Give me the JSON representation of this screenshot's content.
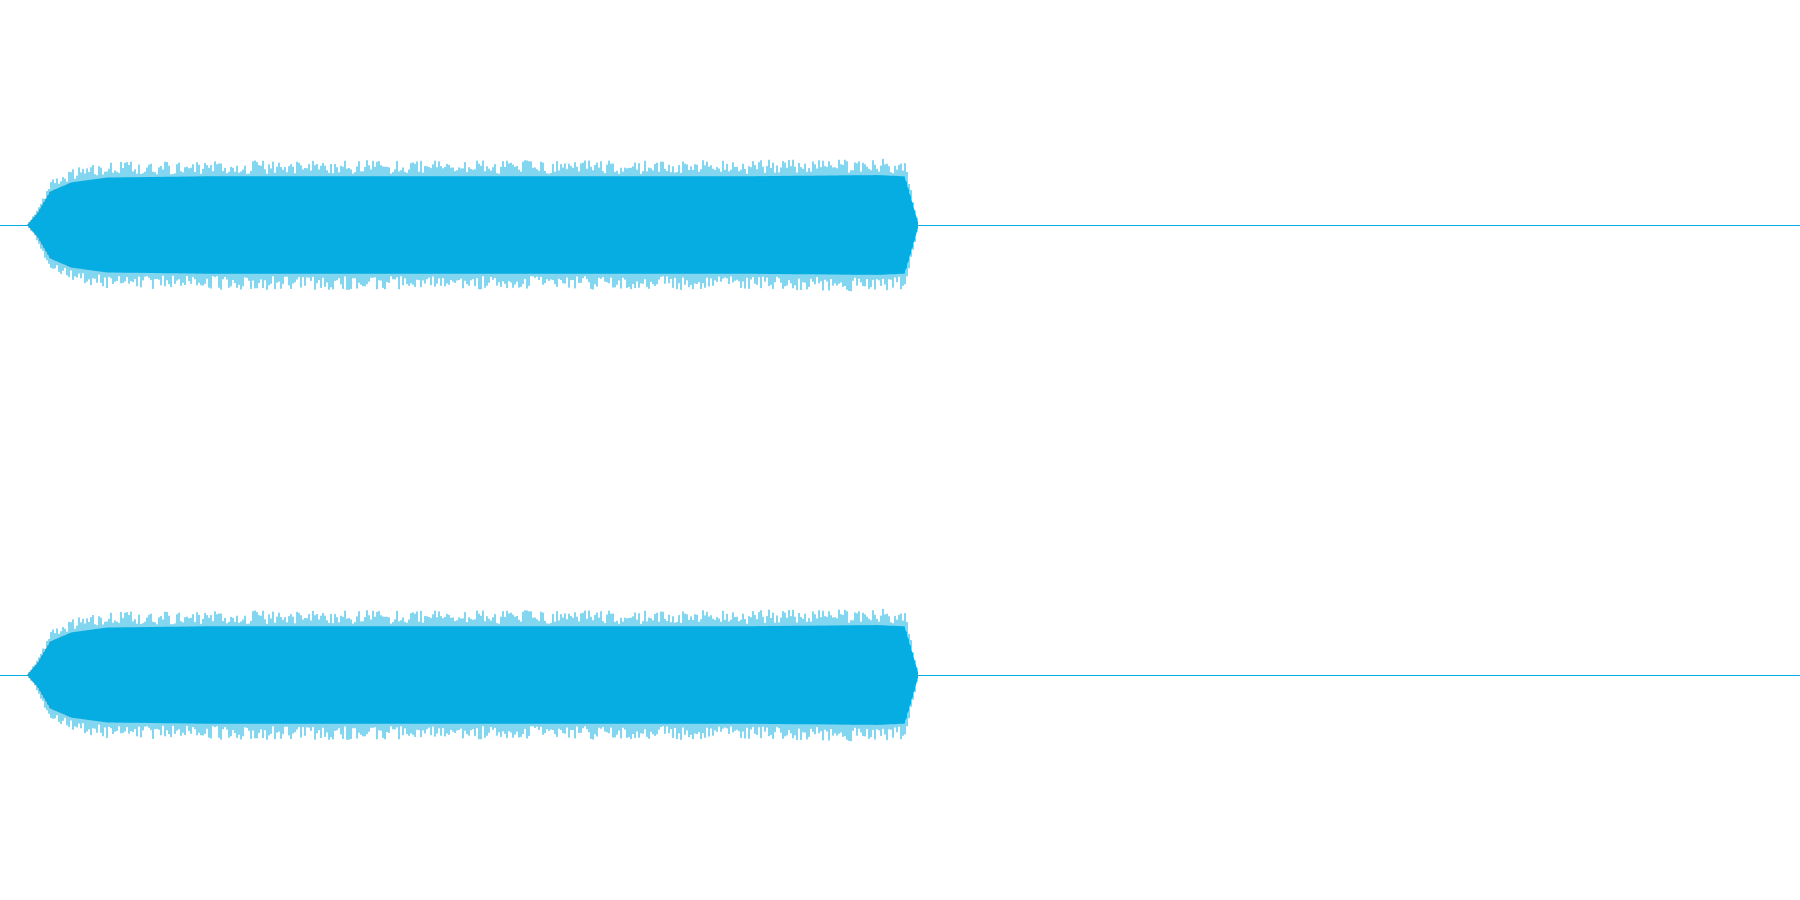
{
  "chart_data": {
    "type": "line",
    "title": "",
    "xlabel": "",
    "ylabel": "",
    "grid": false,
    "legend": "none",
    "color": "#05ade2",
    "channels": [
      {
        "amplitude_envelope": {
          "t": [
            0.0,
            0.006,
            0.013,
            0.025,
            0.045,
            0.1,
            0.2,
            0.3,
            0.4,
            0.48,
            0.495,
            0.5,
            0.503,
            1.0
          ],
          "amp": [
            0.0,
            0.2,
            0.55,
            0.7,
            0.78,
            0.8,
            0.8,
            0.8,
            0.8,
            0.82,
            0.8,
            0.3,
            0.0,
            0.0
          ]
        }
      },
      {
        "amplitude_envelope": {
          "t": [
            0.0,
            0.006,
            0.013,
            0.025,
            0.045,
            0.1,
            0.2,
            0.3,
            0.4,
            0.48,
            0.495,
            0.5,
            0.503,
            1.0
          ],
          "amp": [
            0.0,
            0.2,
            0.55,
            0.7,
            0.78,
            0.8,
            0.8,
            0.8,
            0.8,
            0.82,
            0.8,
            0.3,
            0.0,
            0.0
          ]
        }
      }
    ]
  }
}
